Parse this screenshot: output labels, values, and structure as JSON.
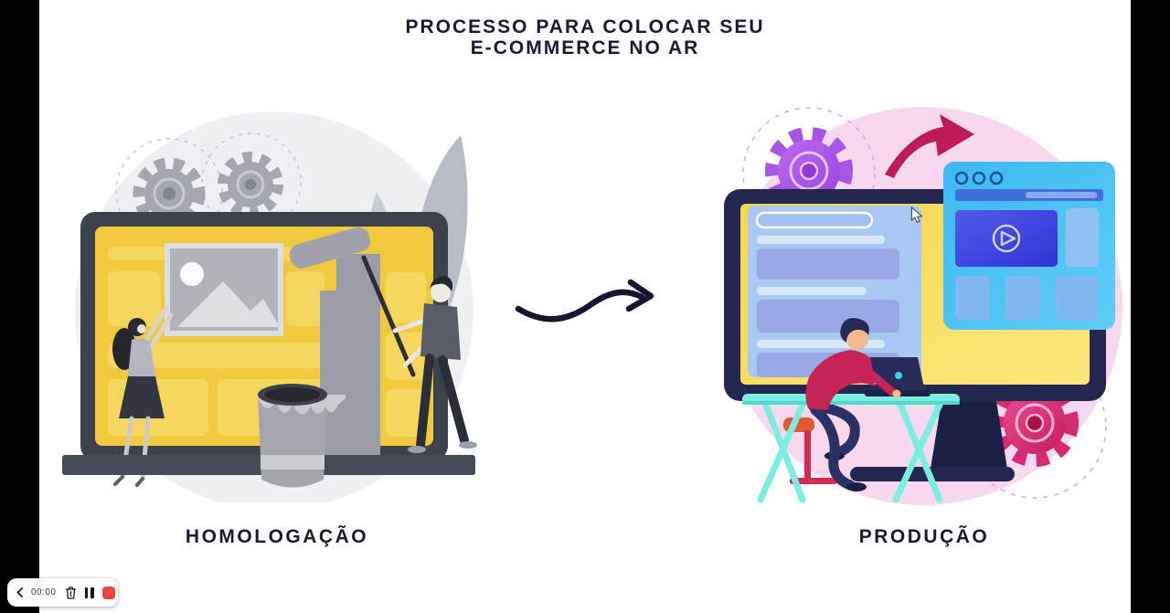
{
  "slide": {
    "title_line1": "PROCESSO PARA COLOCAR SEU",
    "title_line2": "E-COMMERCE NO AR",
    "left_label": "HOMOLOGAÇÃO",
    "right_label": "PRODUÇÃO",
    "left_scene": "laptop-with-yellow-wireframe-screen-being-painted-by-two-people",
    "right_scene": "developer-at-desk-with-monitor-and-live-ecommerce-site",
    "connector": "hand-drawn-wavy-arrow-pointing-right"
  },
  "recorder": {
    "time": "00:00",
    "icons": [
      "chevron-left-icon",
      "trash-icon",
      "pause-icon",
      "stop-icon"
    ]
  },
  "colors": {
    "letterbox": "#000000",
    "stage_bg": "#ffffff",
    "title_text": "#191a33",
    "homolog_yellow": "#f0c93c",
    "homolog_gray": "#a4a7b0",
    "prod_pink_bg": "#f8d8ee",
    "prod_blue_window": "#40bdf4",
    "prod_crimson": "#c62457",
    "desk_teal": "#7beee2",
    "record_red": "#ee4340"
  }
}
